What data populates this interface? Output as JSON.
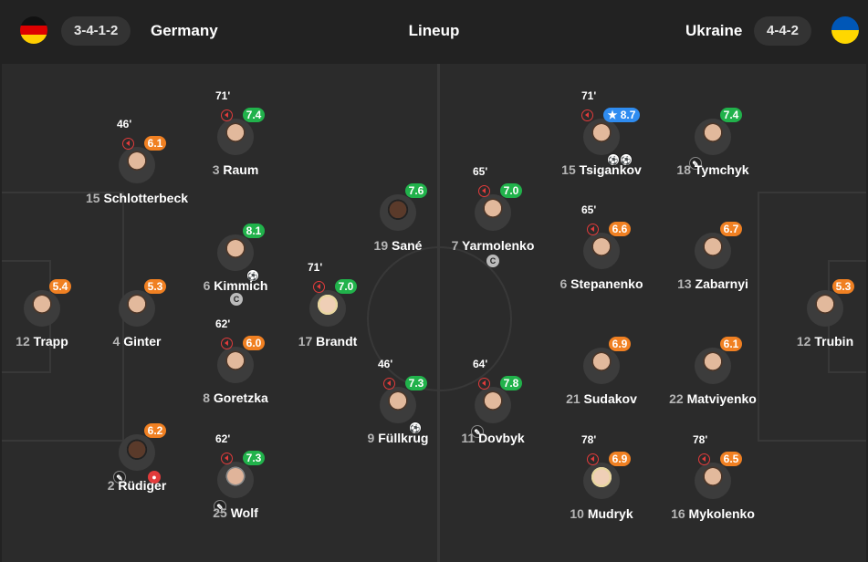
{
  "header": {
    "title": "Lineup",
    "home": {
      "name": "Germany",
      "formation": "3-4-1-2"
    },
    "away": {
      "name": "Ukraine",
      "formation": "4-4-2"
    }
  },
  "colors": {
    "rating_green": "#21b24b",
    "rating_orange": "#f08022",
    "rating_blue": "#2f8cf0",
    "sub_red": "#e23b3b"
  },
  "players": [
    {
      "id": "p0",
      "number": "12",
      "name": "Trapp",
      "rating": "5.4",
      "level": "orange"
    },
    {
      "id": "p1",
      "number": "15",
      "name": "Schlotterbeck",
      "rating": "6.1",
      "level": "orange",
      "sub": "46'"
    },
    {
      "id": "p2",
      "number": "4",
      "name": "Ginter",
      "rating": "5.3",
      "level": "orange"
    },
    {
      "id": "p3",
      "number": "2",
      "name": "Rüdiger",
      "rating": "6.2",
      "level": "orange"
    },
    {
      "id": "p4",
      "number": "3",
      "name": "Raum",
      "rating": "7.4",
      "level": "green",
      "sub": "71'"
    },
    {
      "id": "p5",
      "number": "6",
      "name": "Kimmich",
      "rating": "8.1",
      "level": "green"
    },
    {
      "id": "p6",
      "number": "8",
      "name": "Goretzka",
      "rating": "6.0",
      "level": "orange",
      "sub": "62'"
    },
    {
      "id": "p7",
      "number": "25",
      "name": "Wolf",
      "rating": "7.3",
      "level": "green",
      "sub": "62'"
    },
    {
      "id": "p8",
      "number": "17",
      "name": "Brandt",
      "rating": "7.0",
      "level": "green",
      "sub": "71'"
    },
    {
      "id": "p9",
      "number": "19",
      "name": "Sané",
      "rating": "7.6",
      "level": "green"
    },
    {
      "id": "p10",
      "number": "9",
      "name": "Füllkrug",
      "rating": "7.3",
      "level": "green",
      "sub": "46'"
    },
    {
      "id": "p11",
      "number": "7",
      "name": "Yarmolenko",
      "rating": "7.0",
      "level": "green",
      "sub": "65'"
    },
    {
      "id": "p12",
      "number": "11",
      "name": "Dovbyk",
      "rating": "7.8",
      "level": "green",
      "sub": "64'"
    },
    {
      "id": "p13",
      "number": "15",
      "name": "Tsigankov",
      "rating": "8.7",
      "level": "blue",
      "sub": "71'",
      "star": "★"
    },
    {
      "id": "p14",
      "number": "6",
      "name": "Stepanenko",
      "rating": "6.6",
      "level": "orange",
      "sub": "65'"
    },
    {
      "id": "p15",
      "number": "21",
      "name": "Sudakov",
      "rating": "6.9",
      "level": "orange"
    },
    {
      "id": "p16",
      "number": "10",
      "name": "Mudryk",
      "rating": "6.9",
      "level": "orange",
      "sub": "78'"
    },
    {
      "id": "p17",
      "number": "18",
      "name": "Tymchyk",
      "rating": "7.4",
      "level": "green"
    },
    {
      "id": "p18",
      "number": "13",
      "name": "Zabarnyi",
      "rating": "6.7",
      "level": "orange"
    },
    {
      "id": "p19",
      "number": "22",
      "name": "Matviyenko",
      "rating": "6.1",
      "level": "orange"
    },
    {
      "id": "p20",
      "number": "16",
      "name": "Mykolenko",
      "rating": "6.5",
      "level": "orange",
      "sub": "78'"
    },
    {
      "id": "p21",
      "number": "12",
      "name": "Trubin",
      "rating": "5.3",
      "level": "orange"
    }
  ],
  "badges": {
    "captain": "C"
  }
}
